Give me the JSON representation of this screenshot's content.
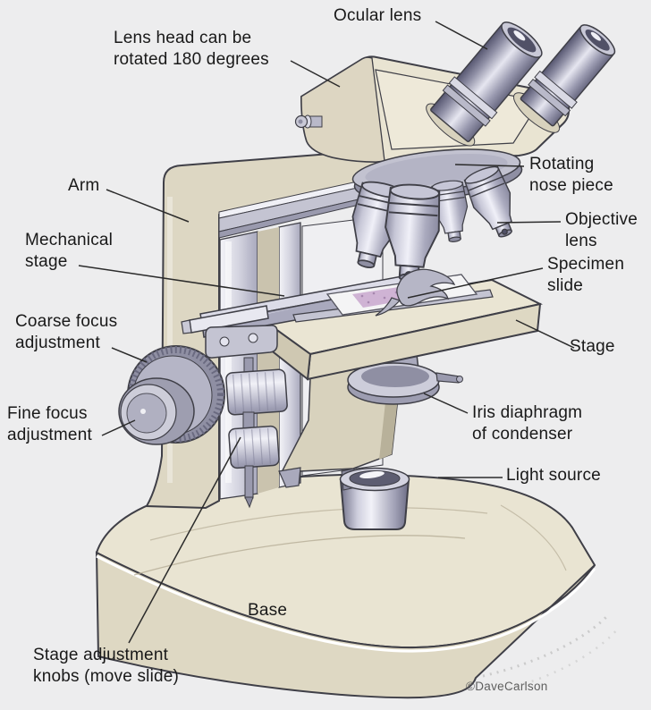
{
  "diagram": {
    "credit": "©DaveCarlson",
    "background_color": "#ededee",
    "palette": {
      "body_beige": "#e9e4d2",
      "beige_shadow": "#ded8c3",
      "metal_light": "#eeeef4",
      "metal_mid": "#b3b3c4",
      "metal_dark": "#8f8fa3",
      "outline": "#3f3f47",
      "specimen_purple": "#cfb3d4",
      "label_text": "#191919",
      "credit_text": "#5f5f5f"
    },
    "labels": {
      "ocular_lens": {
        "text": "Ocular lens"
      },
      "lens_head": {
        "text": "Lens head can be\nrotated 180 degrees"
      },
      "arm": {
        "text": "Arm"
      },
      "mechanical_stage": {
        "text": "Mechanical\nstage"
      },
      "coarse_focus": {
        "text": "Coarse focus\nadjustment"
      },
      "fine_focus": {
        "text": "Fine focus\nadjustment"
      },
      "rotating_nose_piece": {
        "text": "Rotating\nnose piece"
      },
      "objective_lens": {
        "text": "Objective\nlens"
      },
      "specimen_slide": {
        "text": "Specimen\nslide"
      },
      "stage": {
        "text": "Stage"
      },
      "iris_diaphragm": {
        "text": "Iris diaphragm\nof condenser"
      },
      "light_source": {
        "text": "Light source"
      },
      "base": {
        "text": "Base"
      },
      "stage_adjustment_knobs": {
        "text": "Stage adjustment\nknobs (move slide)"
      }
    }
  }
}
